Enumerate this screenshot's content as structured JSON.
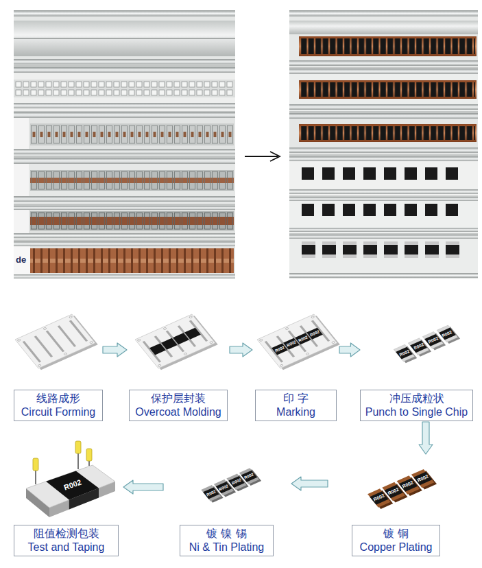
{
  "diagram": {
    "nodes": [
      {
        "text": [
          "线路成形",
          "Circuit Forming"
        ]
      },
      {
        "text": [
          "保护层封装",
          "Overcoat Molding"
        ]
      },
      {
        "text": [
          "印 字",
          "Marking"
        ]
      },
      {
        "text": [
          "冲压成粒状",
          "Punch to Single Chip"
        ]
      },
      {
        "text": [
          "镀 铜",
          "Copper Plating"
        ]
      },
      {
        "text": [
          "镀 镍 锡",
          "Ni & Tin Plating"
        ]
      },
      {
        "text": [
          "阻值检测包装",
          "Test and Taping"
        ]
      }
    ],
    "edges": [
      {
        "from": 0,
        "to": 1,
        "arrow": "to"
      },
      {
        "from": 1,
        "to": 2,
        "arrow": "to"
      },
      {
        "from": 2,
        "to": 3,
        "arrow": "to"
      },
      {
        "from": 3,
        "to": 4,
        "arrow": "to"
      },
      {
        "from": 4,
        "to": 5,
        "arrow": "to"
      },
      {
        "from": 5,
        "to": 6,
        "arrow": "to"
      }
    ],
    "labels": [
      "de",
      "R002",
      "R002",
      "R002",
      "R002",
      "R002",
      "R002",
      "R002",
      "R002",
      "R002",
      "R002",
      "R002",
      "R002",
      "R002",
      "R002",
      "R002",
      "R002",
      "R002"
    ]
  }
}
